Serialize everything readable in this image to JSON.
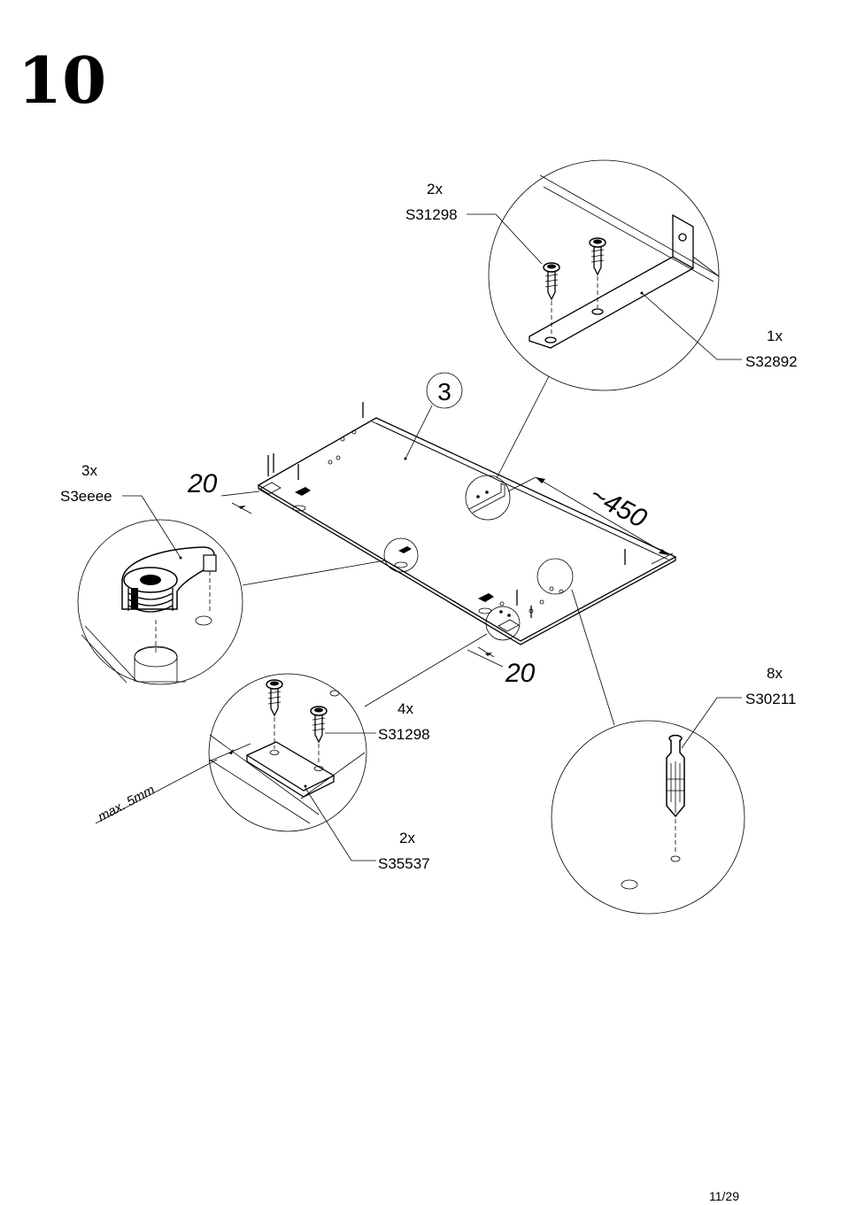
{
  "step": {
    "number": "10"
  },
  "part_callout": {
    "number": "3"
  },
  "labels": {
    "bracket_screws": {
      "qty": "2x",
      "code": "S31298"
    },
    "bracket": {
      "qty": "1x",
      "code": "S32892"
    },
    "cam_lock": {
      "qty": "3x",
      "code": "S3eeee"
    },
    "plate_screws": {
      "qty": "4x",
      "code": "S31298"
    },
    "plates": {
      "qty": "2x",
      "code": "S35537"
    },
    "dowels": {
      "qty": "8x",
      "code": "S30211"
    }
  },
  "dimensions": {
    "left_offset": "20",
    "right_offset": "20",
    "length": "~450",
    "max_gap": "max. 5mm"
  },
  "page": {
    "number": "11/29"
  }
}
